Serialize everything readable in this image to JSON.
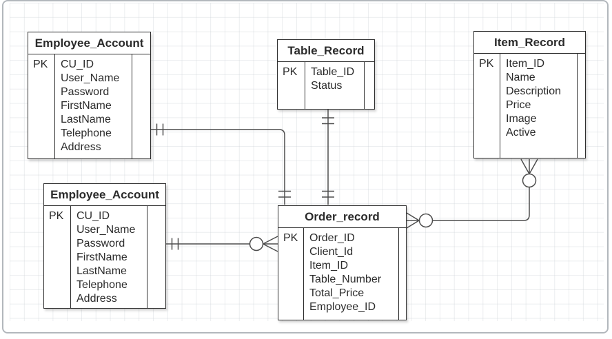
{
  "diagram": {
    "type": "entity-relationship",
    "canvas_background": "#ffffff",
    "grid_color": "#cbd0d5",
    "frame_border_color": "#b2b7bc",
    "entity_border_color": "#2e2e2e",
    "connector_color": "#4d4d4d"
  },
  "entities": [
    {
      "id": "employee-account-top",
      "title": "Employee_Account",
      "pk_label": "PK",
      "fields": [
        "CU_ID",
        "User_Name",
        "Password",
        "FirstName",
        "LastName",
        "Telephone",
        "Address"
      ]
    },
    {
      "id": "table-record",
      "title": "Table_Record",
      "pk_label": "PK",
      "fields": [
        "Table_ID",
        "Status"
      ]
    },
    {
      "id": "item-record",
      "title": "Item_Record",
      "pk_label": "PK",
      "fields": [
        "Item_ID",
        "Name",
        "Description",
        "Price",
        "Image",
        "Active"
      ]
    },
    {
      "id": "employee-account-bottom",
      "title": "Employee_Account",
      "pk_label": "PK",
      "fields": [
        "CU_ID",
        "User_Name",
        "Password",
        "FirstName",
        "LastName",
        "Telephone",
        "Address"
      ]
    },
    {
      "id": "order-record",
      "title": "Order_record",
      "pk_label": "PK",
      "fields": [
        "Order_ID",
        "Client_Id",
        "Item_ID",
        "Table_Number",
        "Total_Price",
        "Employee_ID"
      ]
    }
  ],
  "relationships": [
    {
      "from": "Employee_Account (top)",
      "to": "Order_record",
      "from_cardinality": "one-and-only-one",
      "to_cardinality": "one-and-only-one"
    },
    {
      "from": "Table_Record",
      "to": "Order_record",
      "from_cardinality": "one-and-only-one",
      "to_cardinality": "one-and-only-one"
    },
    {
      "from": "Employee_Account (bottom)",
      "to": "Order_record",
      "from_cardinality": "one-and-only-one",
      "to_cardinality": "zero-or-many"
    },
    {
      "from": "Order_record",
      "to": "Item_Record",
      "from_cardinality": "zero-or-many",
      "to_cardinality": "zero-or-many"
    }
  ]
}
